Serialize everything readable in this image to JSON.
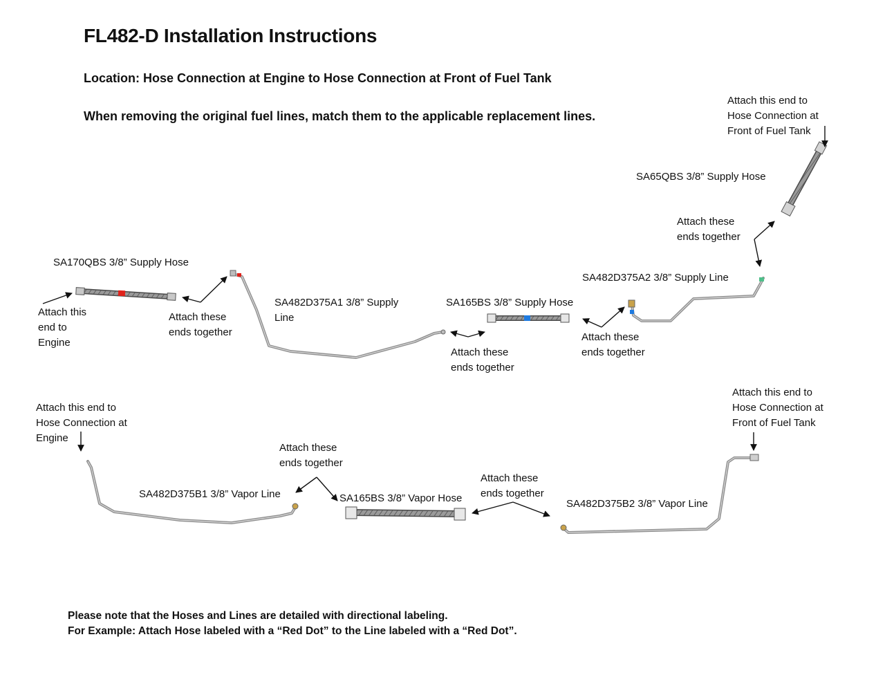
{
  "document": {
    "title": "FL482-D Installation Instructions",
    "location": "Location: Hose Connection at Engine to Hose Connection at Front of Fuel Tank",
    "instruction": "When removing the original fuel lines, match them to the applicable replacement lines."
  },
  "parts": {
    "sa170qbs": "SA170QBS 3/8” Supply Hose",
    "sa482d375a1": [
      "SA482D375A1 3/8” Supply",
      "Line"
    ],
    "sa165bs_supply": "SA165BS 3/8” Supply Hose",
    "sa482d375a2": "SA482D375A2 3/8” Supply Line",
    "sa65qbs": "SA65QBS 3/8” Supply Hose",
    "sa482d375b1": "SA482D375B1 3/8” Vapor Line",
    "sa165bs_vapor": "SA165BS 3/8” Vapor Hose",
    "sa482d375b2": "SA482D375B2 3/8” Vapor Line"
  },
  "callouts": {
    "engine_end": [
      "Attach this",
      "end to",
      "Engine"
    ],
    "together_1": [
      "Attach these",
      "ends together"
    ],
    "together_2": [
      "Attach these",
      "ends together"
    ],
    "together_3": [
      "Attach these",
      "ends together"
    ],
    "together_4": [
      "Attach these",
      "ends together"
    ],
    "tank_end_supply": [
      "Attach this end to",
      "Hose Connection at",
      "Front of Fuel Tank"
    ],
    "engine_end_vapor": [
      "Attach this end to",
      "Hose Connection at",
      "Engine"
    ],
    "together_5": [
      "Attach these",
      "ends together"
    ],
    "together_6": [
      "Attach these",
      "ends together"
    ],
    "tank_end_vapor": [
      "Attach this end to",
      "Hose Connection at",
      "Front of Fuel Tank"
    ]
  },
  "footer": {
    "line1": "Please note that the Hoses and Lines are detailed with directional labeling.",
    "line2": "For Example: Attach Hose labeled with a “Red Dot” to the Line labeled with a “Red Dot”."
  },
  "colors": {
    "red_dot": "#e0231b",
    "blue_dot": "#1f7be0",
    "green_dot": "#4fbf8a",
    "line_steel": "#8f8f8f",
    "hose_dark": "#5a5a5a"
  }
}
